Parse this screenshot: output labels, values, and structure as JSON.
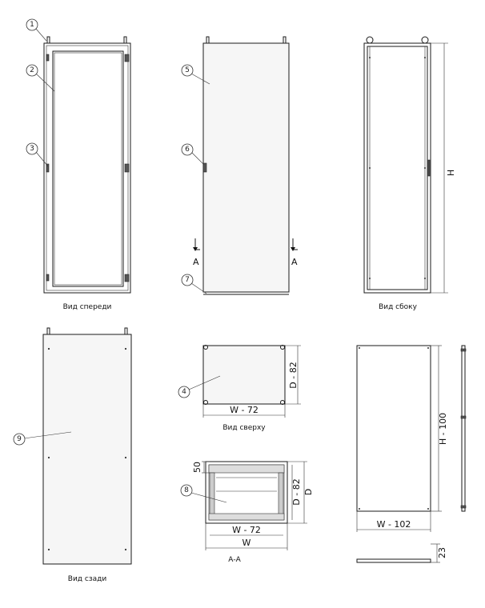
{
  "callouts": [
    "1",
    "2",
    "3",
    "4",
    "5",
    "6",
    "7",
    "8",
    "9"
  ],
  "views": {
    "front": "Вид спереди",
    "side": "Вид сбоку",
    "back": "Вид сзади",
    "top": "Вид сверху",
    "section": "А-А"
  },
  "section_marks": {
    "left": "A",
    "right": "A"
  },
  "dimensions": {
    "h": "H",
    "d_minus_82": "D - 82",
    "w_minus_72": "W - 72",
    "fifty": "50",
    "d": "D",
    "w": "W",
    "h_minus_100": "H - 100",
    "w_minus_102": "W - 102",
    "twenty_three": "23"
  }
}
